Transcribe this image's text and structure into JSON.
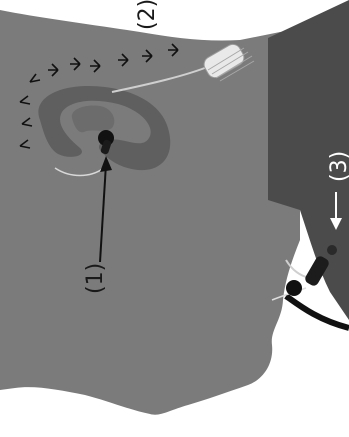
{
  "labels": {
    "step1": "(1)",
    "step2": "(2)",
    "step3": "(3)"
  },
  "colors": {
    "background": "#ffffff",
    "head": "#7b7b7b",
    "ear": "#5f5f5f",
    "dark_panel": "#4b4b4b",
    "ink": "#1a1a1a"
  },
  "icons": [
    "ear-icon",
    "earbud-icon",
    "cable-icon",
    "mic-icon",
    "arrow-icon"
  ]
}
